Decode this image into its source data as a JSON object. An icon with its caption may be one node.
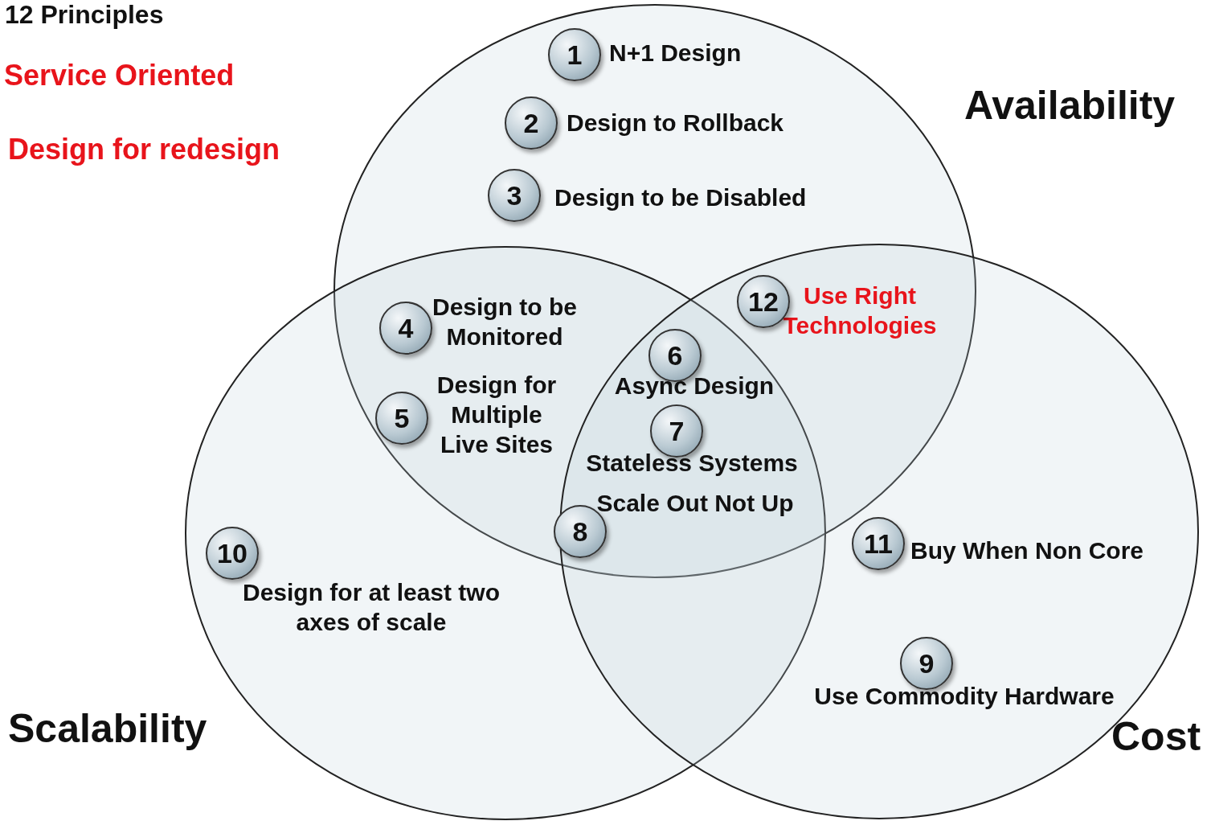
{
  "diagram": {
    "title": "12 Principles",
    "nodes": [
      {
        "text": [
          "Availability"
        ]
      },
      {
        "text": [
          "1"
        ],
        "beside": [
          "N+1 Design"
        ],
        "in": 0
      },
      {
        "text": [
          "2"
        ],
        "beside": [
          "Design to Rollback"
        ],
        "in": 0
      },
      {
        "text": [
          "3"
        ],
        "beside": [
          "Design to be Disabled"
        ],
        "in": 0
      },
      {
        "text": [
          "4"
        ],
        "beside": [
          "Design to be Monitored"
        ]
      },
      {
        "text": [
          "12"
        ],
        "beside": [
          "Use Right Technologies"
        ]
      },
      {
        "text": [
          "6"
        ],
        "beside": [
          "Async Design"
        ]
      },
      {
        "text": [
          "5"
        ],
        "beside": [
          "Design for Multiple Live Sites"
        ]
      },
      {
        "text": [
          "7"
        ],
        "beside": [
          "Stateless Systems"
        ]
      },
      {
        "text": [
          "8"
        ],
        "beside": [
          "Scale Out Not Up"
        ]
      },
      {
        "text": [
          "Scalability"
        ]
      },
      {
        "text": [
          "10"
        ],
        "beside": [
          "Design for at least two axes of scale"
        ],
        "in": 10
      },
      {
        "text": [
          "Cost"
        ]
      },
      {
        "text": [
          "11"
        ],
        "beside": [
          "Buy When Non Core"
        ],
        "in": 12
      },
      {
        "text": [
          "9"
        ],
        "beside": [
          "Use Commodity Hardware"
        ],
        "in": 12
      }
    ],
    "edges": [],
    "labels": [
      "Service Oriented",
      "Design for redesign"
    ]
  }
}
